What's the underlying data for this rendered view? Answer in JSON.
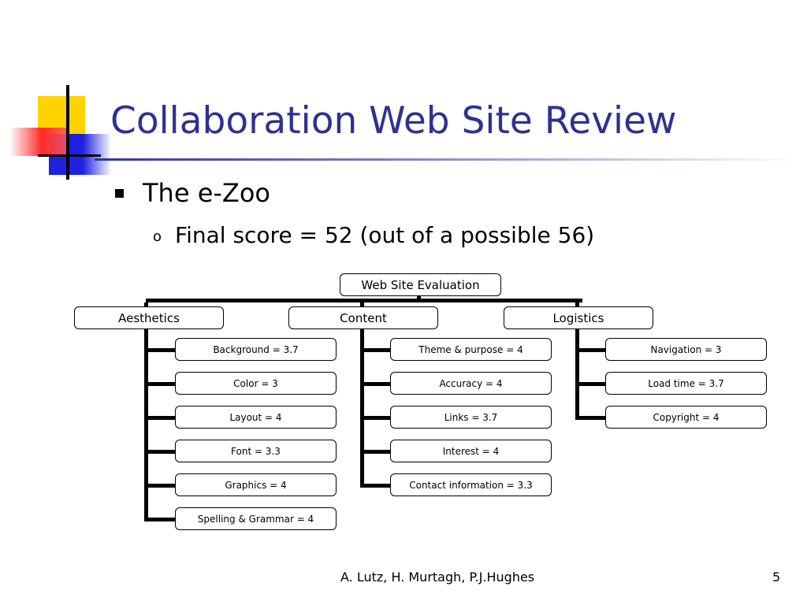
{
  "slide": {
    "title": "Collaboration Web Site Review",
    "bullets": [
      {
        "level": 1,
        "marker": "square",
        "text": "The e-Zoo"
      },
      {
        "level": 2,
        "marker": "o",
        "text": "Final score = 52 (out of a possible 56)"
      }
    ],
    "footer": {
      "authors": "A. Lutz, H. Murtagh, P.J.Hughes",
      "page_number": "5"
    },
    "colors": {
      "title": "#2e3192",
      "deco_yellow": "#ffd200",
      "deco_red": "#ff2a2a",
      "deco_blue": "#2020e0"
    }
  },
  "diagram": {
    "root": "Web Site Evaluation",
    "categories": [
      {
        "name": "Aesthetics",
        "items": [
          "Background = 3.7",
          "Color = 3",
          "Layout = 4",
          "Font = 3.3",
          "Graphics = 4",
          "Spelling & Grammar = 4"
        ]
      },
      {
        "name": "Content",
        "items": [
          "Theme & purpose = 4",
          "Accuracy = 4",
          "Links = 3.7",
          "Interest = 4",
          "Contact information = 3.3"
        ]
      },
      {
        "name": "Logistics",
        "items": [
          "Navigation = 3",
          "Load time = 3.7",
          "Copyright = 4"
        ]
      }
    ]
  }
}
